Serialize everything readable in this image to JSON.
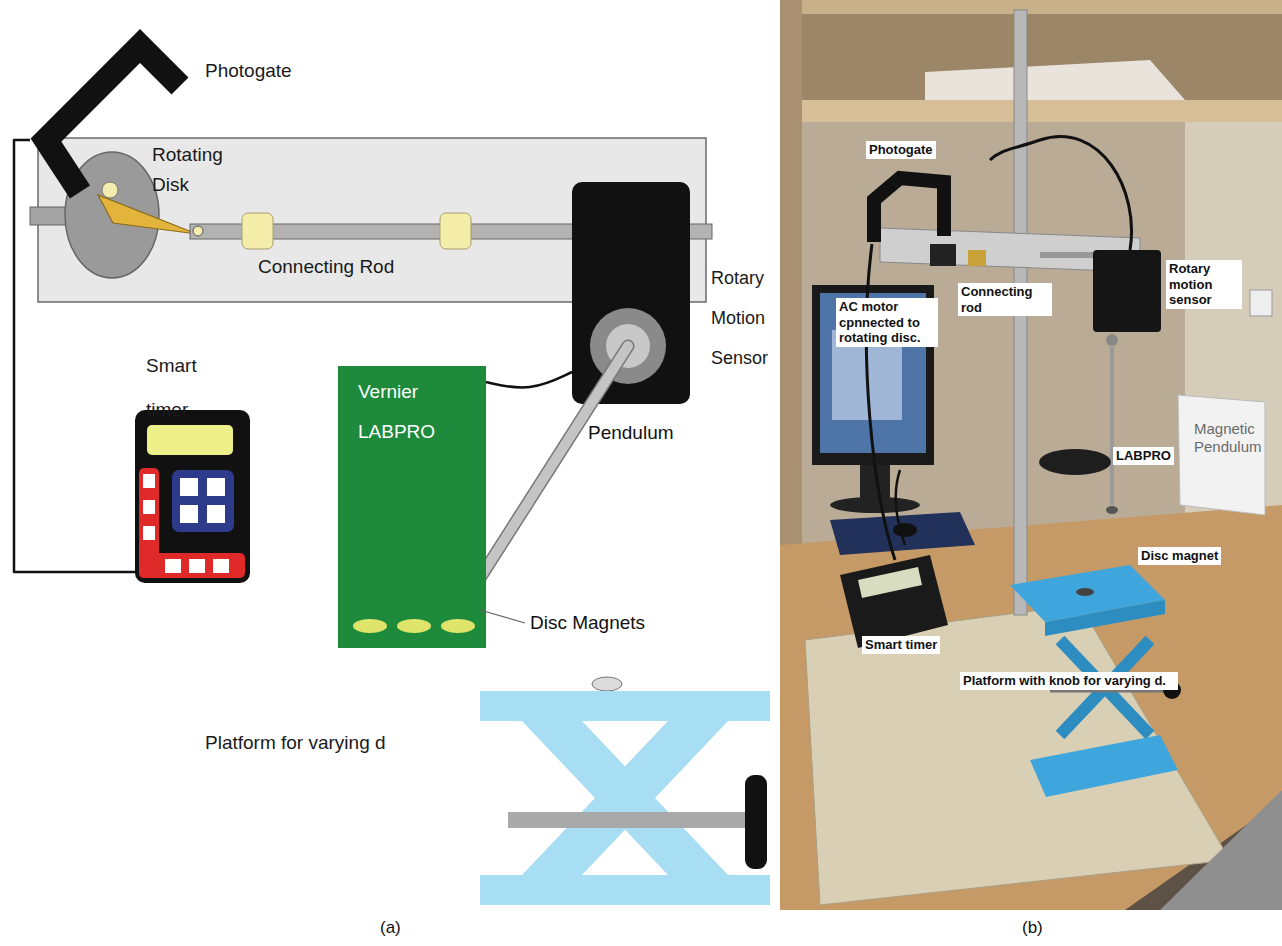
{
  "diagram": {
    "nodes": [
      {
        "text": [
          "Photogate"
        ]
      },
      {
        "text": [
          "Rotating Disk",
          "Connecting Rod"
        ]
      },
      {
        "text": [
          "Rotary Motion Sensor"
        ]
      },
      {
        "text": [
          "Smart timer"
        ]
      },
      {
        "text": [
          "Vernier LABPRO"
        ]
      },
      {
        "text": [
          "Platform for varying d"
        ]
      }
    ],
    "edges": [
      {
        "from": 0,
        "to": 3,
        "arrow": "none"
      },
      {
        "from": 4,
        "to": 2,
        "arrow": "none"
      }
    ],
    "labels": [
      "Pendulum",
      "Disc Magnets",
      "(a)",
      "Photogate",
      "AC motor cpnnected to rotating disc.",
      "Connecting rod",
      "Rotary motion sensor",
      "LABPRO",
      "Disc magnet",
      "Smart timer",
      "Platform with knob for varying d.",
      "Magnetic Pendulum",
      "(b)"
    ]
  }
}
